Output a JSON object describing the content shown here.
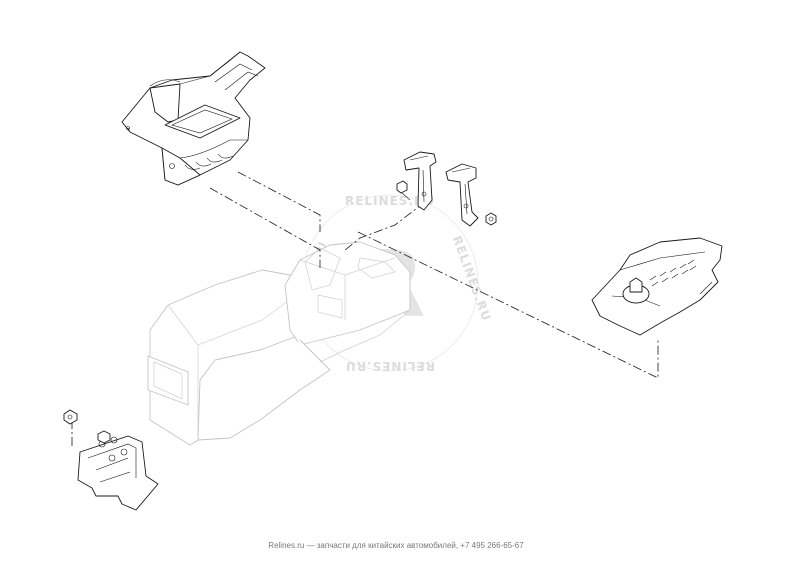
{
  "watermark": {
    "text": "RELINES.RU",
    "logo": "R"
  },
  "footer": {
    "text": "Relines.ru — запчасти для китайских автомобилей, +7 495 266-65-67"
  },
  "parts": [
    "upper-console-panel-with-storage",
    "left-mounting-bracket",
    "right-mounting-bracket",
    "bracket-bolt",
    "bracket-nut",
    "gear-shift-trim-panel",
    "center-console-body",
    "rear-console-bracket",
    "clip-fastener"
  ]
}
